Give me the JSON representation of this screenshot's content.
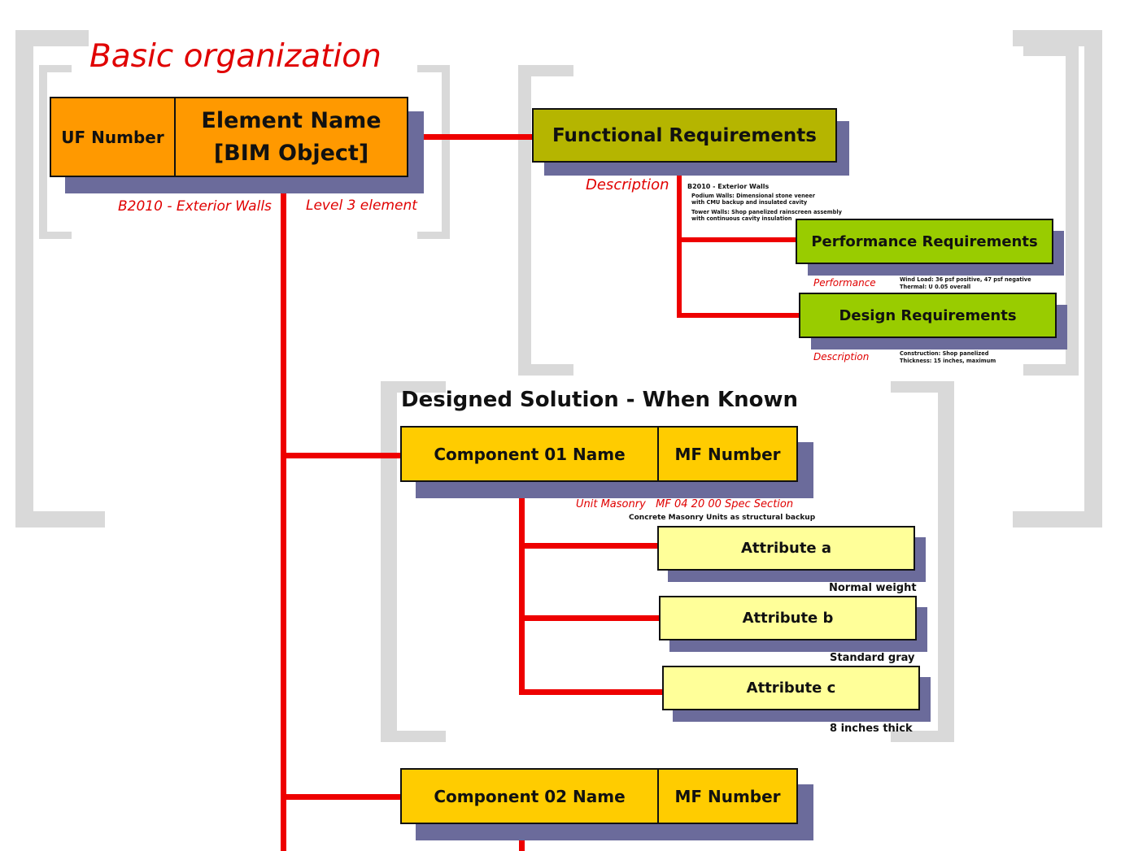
{
  "title": "Basic organization",
  "colors": {
    "wire": "#ee0000",
    "bracket": "#d9d9d9",
    "shadow": "#6b6b9b",
    "element_box": "#ff9900",
    "functional_box": "#b5b500",
    "requirement_box": "#99cc00",
    "component_box": "#ffcc00",
    "attribute_box": "#ffff99",
    "label_red": "#e00000"
  },
  "element": {
    "uf_number": "UF Number",
    "name_line1": "Element Name",
    "name_line2": "[BIM Object]",
    "example": "B2010 - Exterior Walls",
    "level": "Level 3 element"
  },
  "functional": {
    "title": "Functional Requirements",
    "description_label": "Description",
    "detail_heading": "B2010 - Exterior Walls",
    "detail_lines": [
      "Podium Walls: Dimensional stone veneer",
      "with CMU backup and insulated cavity",
      "Tower Walls: Shop panelized rainscreen assembly",
      "with continuous cavity insulation"
    ]
  },
  "performance": {
    "title": "Performance Requirements",
    "label": "Performance",
    "detail_lines": [
      "Wind Load: 36 psf positive, 47 psf negative",
      "Thermal: U 0.05 overall"
    ]
  },
  "design": {
    "title": "Design Requirements",
    "label": "Description",
    "detail_lines": [
      "Construction: Shop panelized",
      "Thickness: 15 inches, maximum"
    ]
  },
  "designed_solution": {
    "heading": "Designed Solution - When Known"
  },
  "component_01": {
    "name": "Component 01 Name",
    "mf_number": "MF Number",
    "example": "Unit Masonry   MF 04 20 00 Spec Section",
    "example_detail": "Concrete Masonry Units as structural backup"
  },
  "attributes": [
    {
      "name": "Attribute a",
      "value": "Normal weight"
    },
    {
      "name": "Attribute b",
      "value": "Standard gray"
    },
    {
      "name": "Attribute c",
      "value": "8 inches thick"
    }
  ],
  "component_02": {
    "name": "Component 02 Name",
    "mf_number": "MF Number"
  }
}
